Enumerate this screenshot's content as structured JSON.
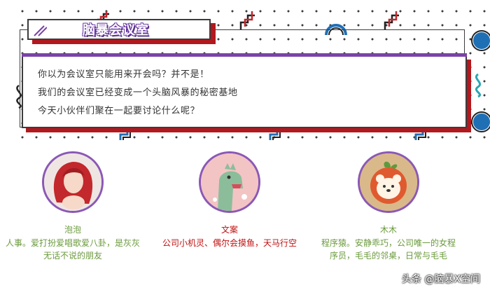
{
  "section": {
    "title": "脑暴会议室",
    "lines": [
      "你以为会议室只能用来开会吗？并不是！",
      "我们的会议室已经变成一个头脑风暴的秘密基地",
      "今天小伙伴们聚在一起要讨论什么呢？"
    ]
  },
  "members": [
    {
      "name": "泡泡",
      "desc": "人事。爱打扮爱唱歌爱八卦，是灰灰无话不说的朋友"
    },
    {
      "name": "文案",
      "desc": "公司小机灵、偶尔会摸鱼，天马行空"
    },
    {
      "name": "木木",
      "desc": "程序猿。安静乖巧，公司唯一的女程序员，毛毛的邻桌，日常与毛毛"
    }
  ],
  "watermark": "头条 @脑暴X空间",
  "colors": {
    "accent_red": "#b3181f",
    "accent_purple": "#7a43a8",
    "green_text": "#6b9a3c",
    "red_text": "#c01010"
  }
}
